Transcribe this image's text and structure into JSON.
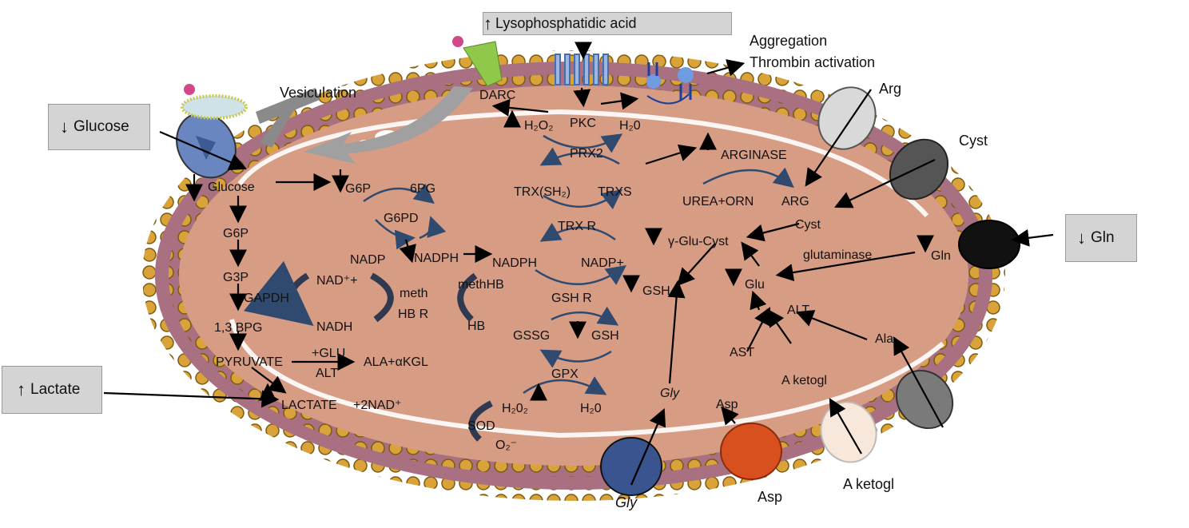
{
  "boxes": {
    "glucose": {
      "arrow": "↓",
      "label": "Glucose"
    },
    "lactate": {
      "arrow": "↑",
      "label": "Lactate"
    },
    "gln": {
      "arrow": "↓",
      "label": "Gln"
    },
    "lpa": {
      "arrow": "↑",
      "label": "Lysophosphatidic acid"
    }
  },
  "outside": {
    "aggregation": "Aggregation",
    "thrombin": "Thrombin activation",
    "arg": "Arg",
    "cyst": "Cyst",
    "gly": "Gly",
    "asp": "Asp",
    "aketogl": "A ketogl",
    "vesiculation": "Vesiculation"
  },
  "glycolysis": {
    "darc": "DARC",
    "glucose": "Glucose",
    "g6p_left": "G6P",
    "g6p": "G6P",
    "g3p": "G3P",
    "gapdh": "GAPDH",
    "bpg": "1,3 BPG",
    "pyruvate": "PYRUVATE",
    "glu_alt": "+GLU",
    "alt": "ALT",
    "ala_akgl": "ALA+αKGL",
    "lactate": "LACTATE",
    "nad2": "+2NAD⁺"
  },
  "ppp": {
    "g6p": "G6P",
    "sixpg": "6PG",
    "g6pd": "G6PD",
    "nadp": "NADP",
    "nadph": "NADPH",
    "nad_plus": "NAD⁺+",
    "nadh": "NADH",
    "meth": "meth",
    "hbr": "HB R",
    "methhb": "methHB",
    "hb": "HB"
  },
  "redox": {
    "h2o2_top": "H₂O₂",
    "pkc": "PKC",
    "h2o_top": "H₂0",
    "prx2": "PRX2",
    "trx_sh2": "TRX(SH₂)",
    "trxs": "TRXS",
    "trxr": "TRX R",
    "nadph": "NADPH",
    "nadp_plus": "NADP+",
    "gshr": "GSH R",
    "gssg": "GSSG",
    "gsh": "GSH",
    "gpx": "GPX",
    "h2o2_bot": "H₂0₂",
    "h2o_bot": "H₂0",
    "sod": "SOD",
    "o2": "O₂⁻"
  },
  "amino": {
    "arginase": "ARGINASE",
    "urea_orn": "UREA+ORN",
    "arg": "ARG",
    "cyst": "Cyst",
    "glu_cyst": "γ-Glu-Cyst",
    "glutaminase": "glutaminase",
    "gln": "Gln",
    "gsh": "GSH",
    "glu": "Glu",
    "alt": "ALT",
    "ala": "Ala",
    "ast": "AST",
    "aketogl": "A ketogl",
    "asp": "Asp",
    "gly": "Gly"
  },
  "colors": {
    "cytoplasm": "#d79c84",
    "membrane": "#a87080",
    "bead": "#d9a33a",
    "cycle_arrow": "#2f4a6e",
    "box_fill": "#d4d4d4"
  }
}
